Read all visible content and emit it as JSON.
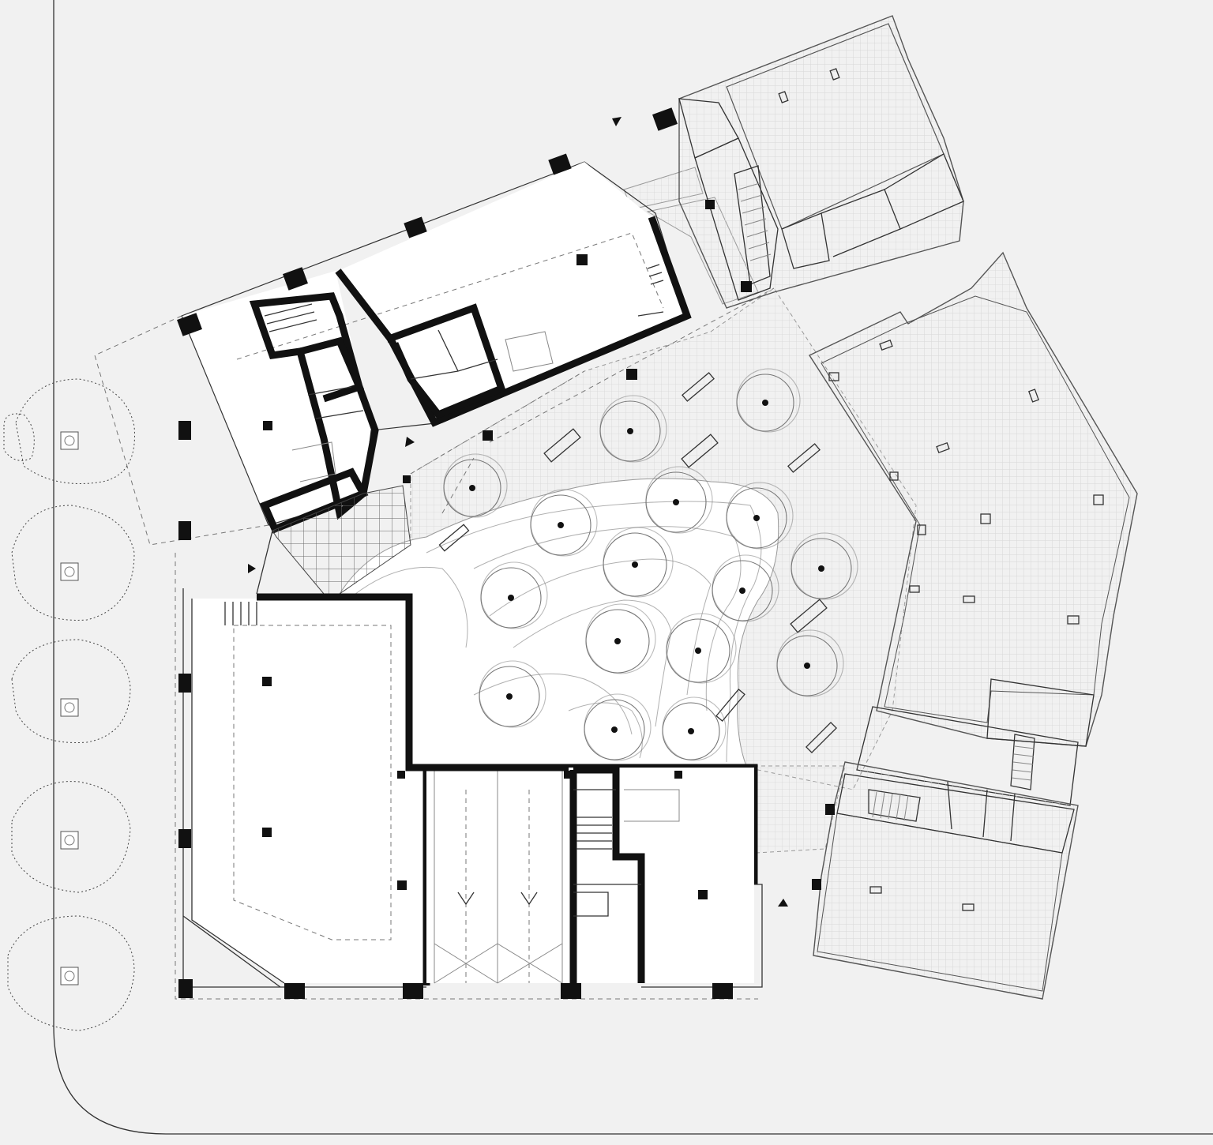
{
  "drawing": {
    "type": "architectural floor plan",
    "colors": {
      "background": "#f1f1f1",
      "interior": "#ffffff",
      "structure": "#111111",
      "lines": "#333333",
      "contours": "#b0b0b0"
    },
    "landscape": {
      "courtyard_tree_count": 15,
      "street_tree_count": 6
    }
  }
}
